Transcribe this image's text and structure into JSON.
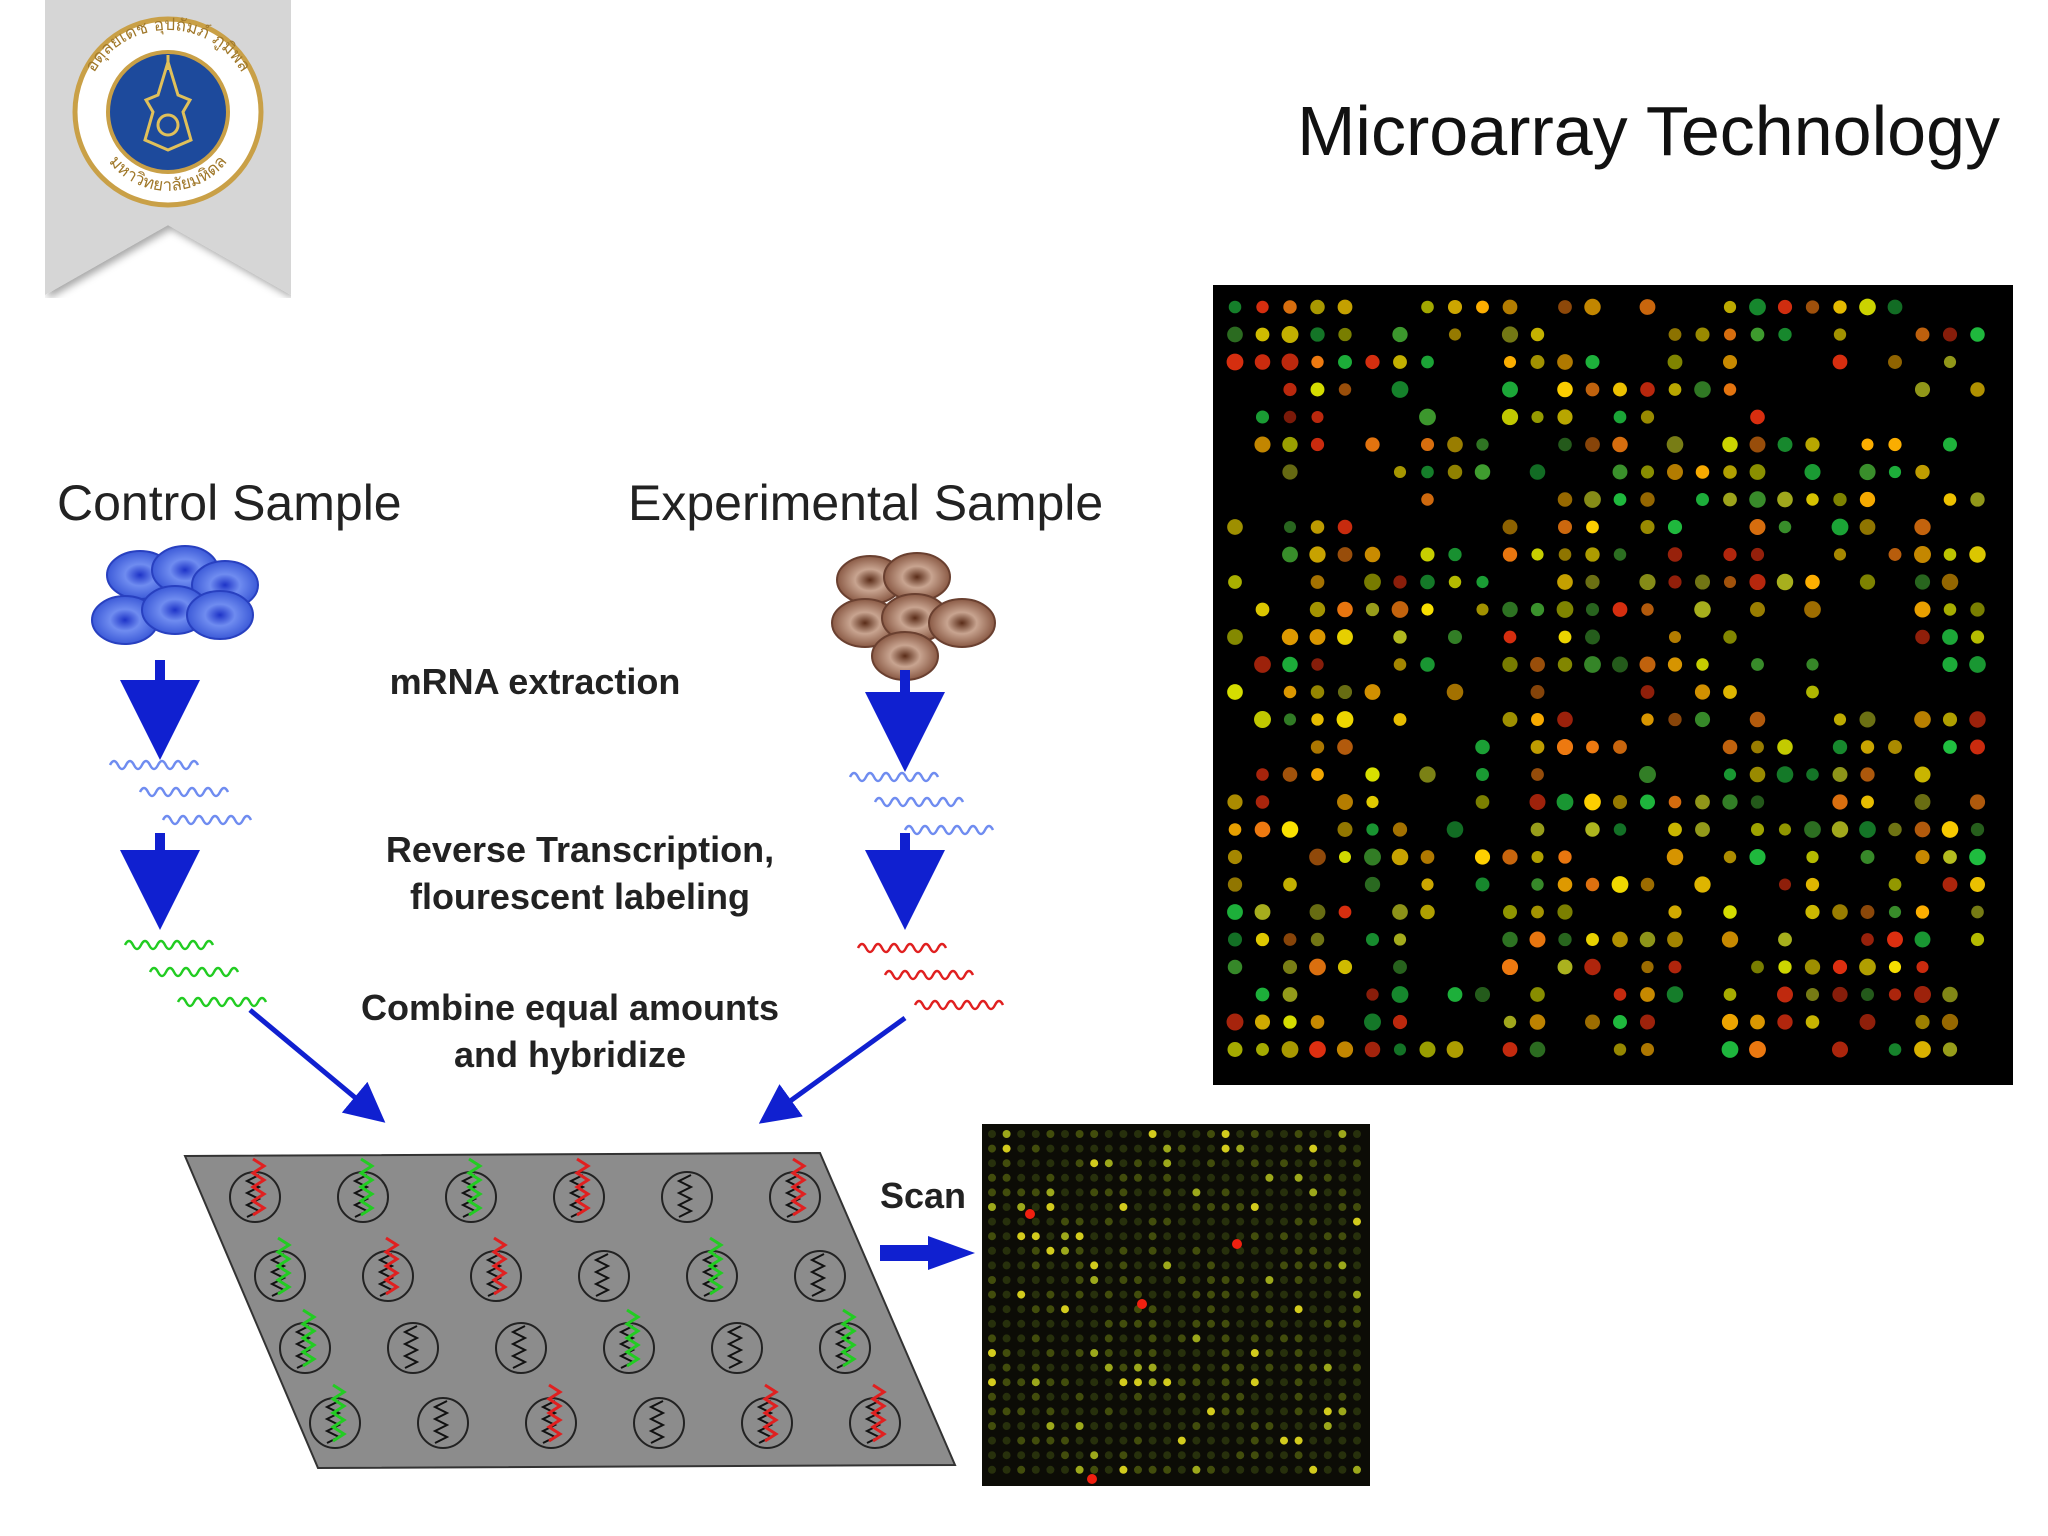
{
  "slide": {
    "title": "Microarray Technology",
    "logo": {
      "name": "university-seal",
      "text_top": "อดุลยเดช อุปถัมภ์ ภูมิพล",
      "text_bottom": "มหาวิทยาลัยมหิดล",
      "colors": {
        "ring": "#c9a047",
        "inner": "#1d4a9c",
        "banner": "#d6d6d6"
      }
    }
  },
  "diagram": {
    "control_label": "Control Sample",
    "experimental_label": "Experimental Sample",
    "step_mrna": "mRNA extraction",
    "step_rt_line1": "Reverse Transcription,",
    "step_rt_line2": "flourescent labeling",
    "step_combine_line1": "Combine equal amounts",
    "step_combine_line2": "and hybridize",
    "scan_label": "Scan",
    "colors": {
      "control_cells": "#4d6ee0",
      "experimental_cells": "#8a5a45",
      "arrow": "#1020d0",
      "green_label": "#22cc22",
      "red_label": "#e02020",
      "slide": "#8c8c8c"
    },
    "slide_spots": [
      [
        "r",
        "g",
        "g",
        "r",
        "n",
        "r"
      ],
      [
        "g",
        "r",
        "r",
        "n",
        "g",
        "n"
      ],
      [
        "g",
        "n",
        "n",
        "g",
        "n",
        "g"
      ],
      [
        "g",
        "n",
        "r",
        "n",
        "r",
        "r"
      ]
    ]
  }
}
